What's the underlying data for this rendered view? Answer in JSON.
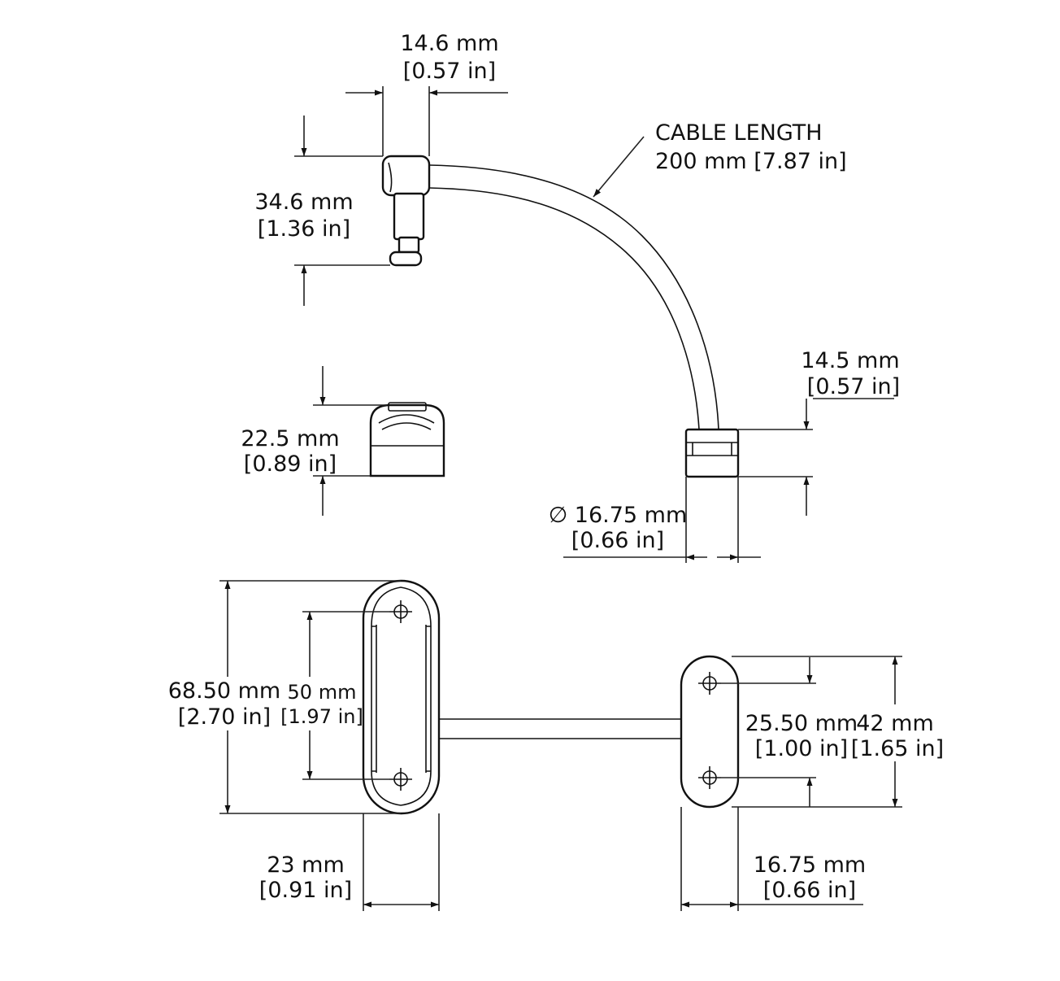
{
  "colors": {
    "ink": "#111111",
    "background": "#ffffff"
  },
  "dims": {
    "top_width": {
      "mm": "14.6 mm",
      "in": "[0.57 in]"
    },
    "top_height": {
      "mm": "34.6 mm",
      "in": "[1.36 in]"
    },
    "cable": {
      "line1": "CABLE LENGTH",
      "line2": "200 mm [7.87 in]"
    },
    "cap_height": {
      "mm": "22.5 mm",
      "in": "[0.89 in]"
    },
    "end_height": {
      "mm": "14.5 mm",
      "in": "[0.57 in]"
    },
    "end_diameter": {
      "mm": "∅ 16.75 mm",
      "in": "[0.66 in]"
    },
    "plate_height": {
      "mm": "68.50 mm",
      "in": "[2.70 in]"
    },
    "hole_pitch": {
      "mm": "50 mm",
      "in": "[1.97 in]"
    },
    "plate_width": {
      "mm": "23 mm",
      "in": "[0.91 in]"
    },
    "small_pitch": {
      "mm": "25.50 mm",
      "in": "[1.00 in]"
    },
    "small_height": {
      "mm": "42 mm",
      "in": "[1.65 in]"
    },
    "small_width": {
      "mm": "16.75 mm",
      "in": "[0.66 in]"
    }
  }
}
